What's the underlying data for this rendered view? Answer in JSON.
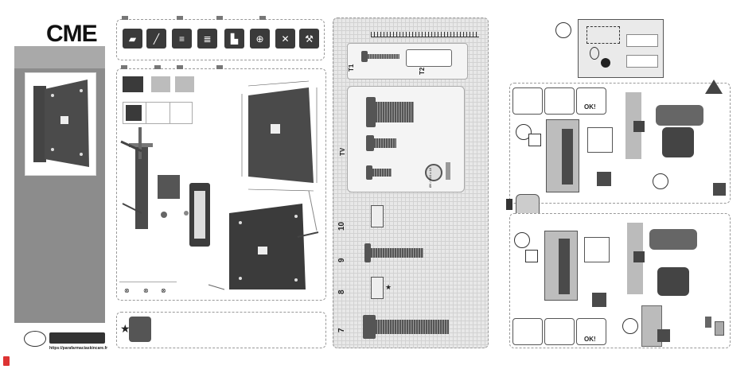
{
  "brand": {
    "logo": "CME"
  },
  "footer": {
    "url": "https://parafarmaciaskincare.fr"
  },
  "hardware": {
    "t1_label": "T1",
    "t2_label": "T2",
    "tv_label": "TV",
    "num_10": "10",
    "num_9": "9",
    "num_8": "8",
    "num_7": "7",
    "washer_size": "Ø6 / Ø10 x 18"
  },
  "bubbles": {
    "ok_top": "OK!",
    "ok_bottom": "OK!"
  },
  "icons": {
    "tools": [
      "wrench-icon",
      "pencil-icon",
      "saw-icon",
      "drill-bit-icon",
      "drill-icon",
      "screwdriver-icon",
      "spanner-icon",
      "adjustable-wrench-icon"
    ],
    "star": "★"
  },
  "colors": {
    "panel_grey": "#8c8c8c",
    "dark": "#3a3a3a",
    "grid": "#e8e8e8"
  }
}
